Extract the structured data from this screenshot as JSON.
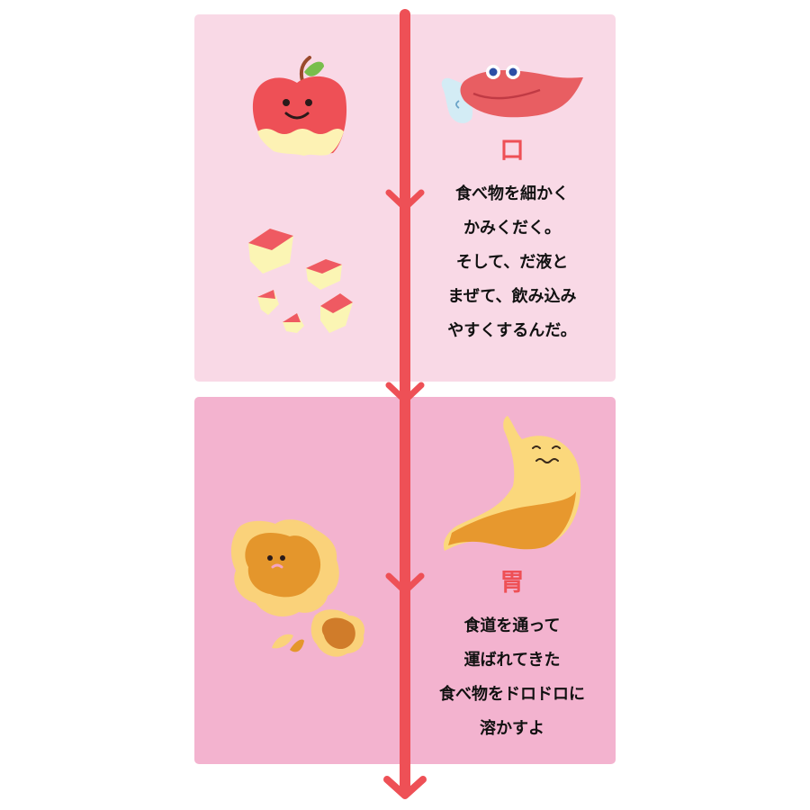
{
  "colors": {
    "panel_mouth_bg": "#f9d9e6",
    "panel_stomach_bg": "#f3b3cf",
    "arrow": "#ee5056",
    "label_mouth": "#ee5056",
    "label_stomach": "#ee5056"
  },
  "stages": [
    {
      "organ": "口",
      "description": [
        "食べ物を細かく",
        "かみくだく。",
        "そして、だ液と",
        "まぜて、飲み込み",
        "やすくするんだ。"
      ],
      "illustrations": [
        "apple-illustration",
        "mouth-character-icon",
        "apple-pieces-illustration"
      ]
    },
    {
      "organ": "胃",
      "description": [
        "食道を通って",
        "運ばれてきた",
        "食べ物をドロドロに",
        "溶かすよ"
      ],
      "illustrations": [
        "stomach-character-icon",
        "digested-food-illustration"
      ]
    }
  ]
}
